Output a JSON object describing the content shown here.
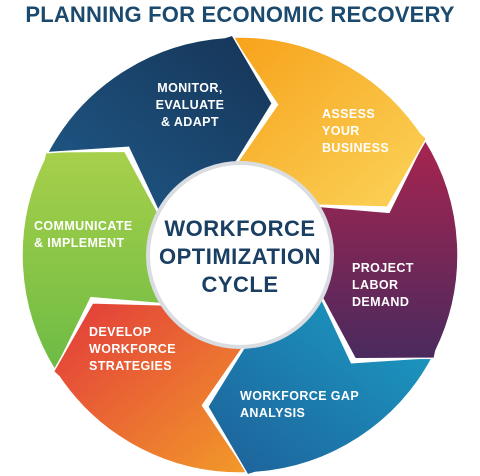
{
  "title": "PLANNING FOR ECONOMIC RECOVERY",
  "center": {
    "line1": "WORKFORCE",
    "line2": "OPTIMIZATION",
    "line3": "CYCLE"
  },
  "segments": [
    {
      "lines": [
        "MONITOR,",
        "EVALUATE",
        "& ADAPT"
      ],
      "color": "#1b3f63"
    },
    {
      "lines": [
        "ASSESS",
        "YOUR",
        "BUSINESS"
      ],
      "color": "#f5b125"
    },
    {
      "lines": [
        "PROJECT",
        "LABOR",
        "DEMAND"
      ],
      "color": "#5e2a5a"
    },
    {
      "lines": [
        "WORKFORCE GAP",
        "ANALYSIS"
      ],
      "color": "#1a8fbf"
    },
    {
      "lines": [
        "DEVELOP",
        "WORKFORCE",
        "STRATEGIES"
      ],
      "color": "#e9503d"
    },
    {
      "lines": [
        "COMMUNICATE",
        "& IMPLEMENT"
      ],
      "color": "#8cc63f"
    }
  ]
}
